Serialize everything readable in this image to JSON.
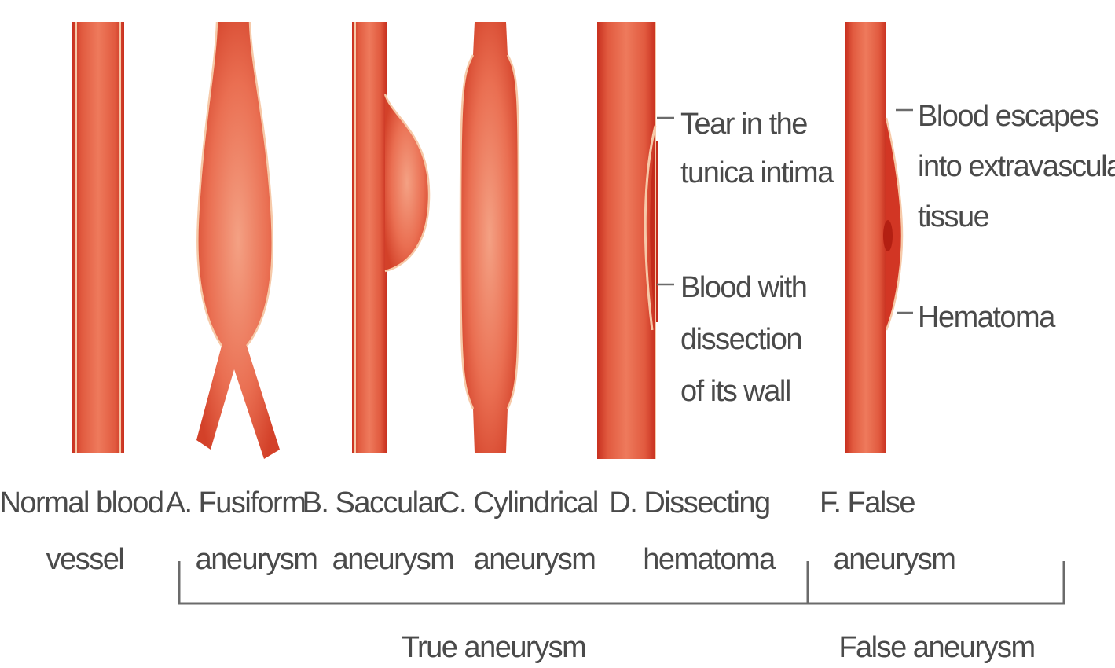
{
  "vessels": {
    "normal": [
      "Normal blood",
      "vessel"
    ],
    "fusiform": [
      "A. Fusiform",
      "aneurysm"
    ],
    "saccular": [
      "B. Saccular",
      "aneurysm"
    ],
    "cylindrical": [
      "C. Cylindrical",
      "aneurysm"
    ],
    "dissecting": [
      "D. Dissecting",
      "hematoma"
    ],
    "false": [
      "F. False",
      "aneurysm"
    ]
  },
  "annotations": {
    "tear": [
      "Tear in the",
      "tunica intima"
    ],
    "blood_dissection": [
      "Blood with",
      "dissection",
      "of its wall"
    ],
    "blood_escapes": [
      "Blood escapes",
      "into extravascular",
      "tissue"
    ],
    "hematoma": [
      "Hematoma"
    ]
  },
  "groups": {
    "true_aneurysm": "True aneurysm",
    "false_aneurysm": "False aneurysm"
  },
  "colors": {
    "vessel_fill": "#d8412f",
    "vessel_light": "#f08a6e",
    "vessel_edge": "#c13323",
    "highlight": "#f6c9a8"
  }
}
